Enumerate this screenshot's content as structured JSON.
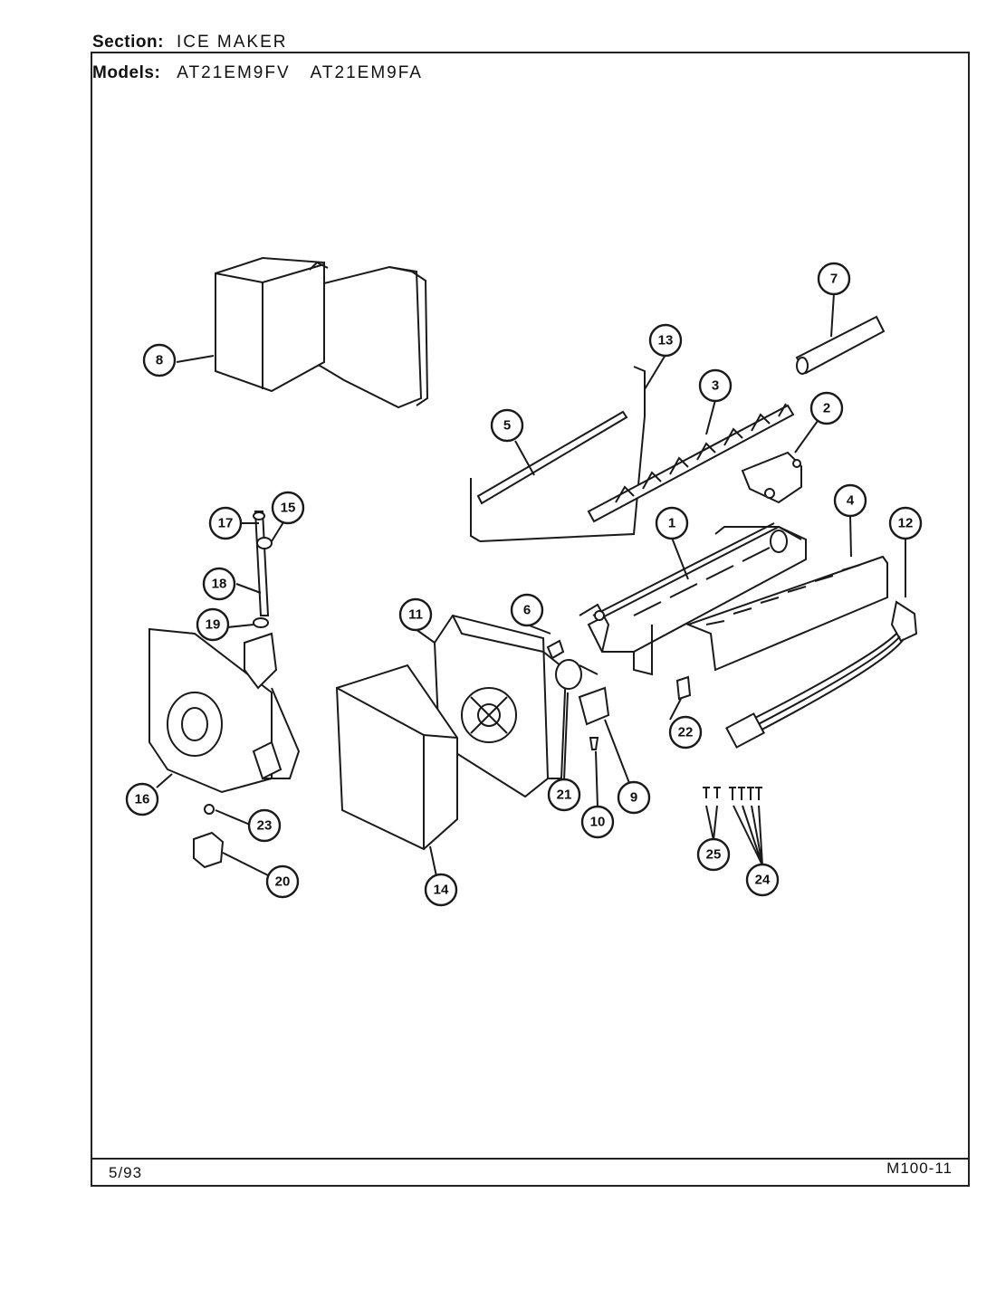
{
  "header": {
    "section_label": "Section:",
    "section_value": "ICE MAKER",
    "models_label": "Models:",
    "models": [
      "AT21EM9FV",
      "AT21EM9FA"
    ]
  },
  "footer": {
    "date": "5/93",
    "code": "M100-11"
  },
  "callouts": [
    "1",
    "2",
    "3",
    "4",
    "5",
    "6",
    "7",
    "8",
    "9",
    "10",
    "11",
    "12",
    "13",
    "14",
    "15",
    "16",
    "17",
    "18",
    "19",
    "20",
    "21",
    "22",
    "23",
    "24",
    "25"
  ]
}
